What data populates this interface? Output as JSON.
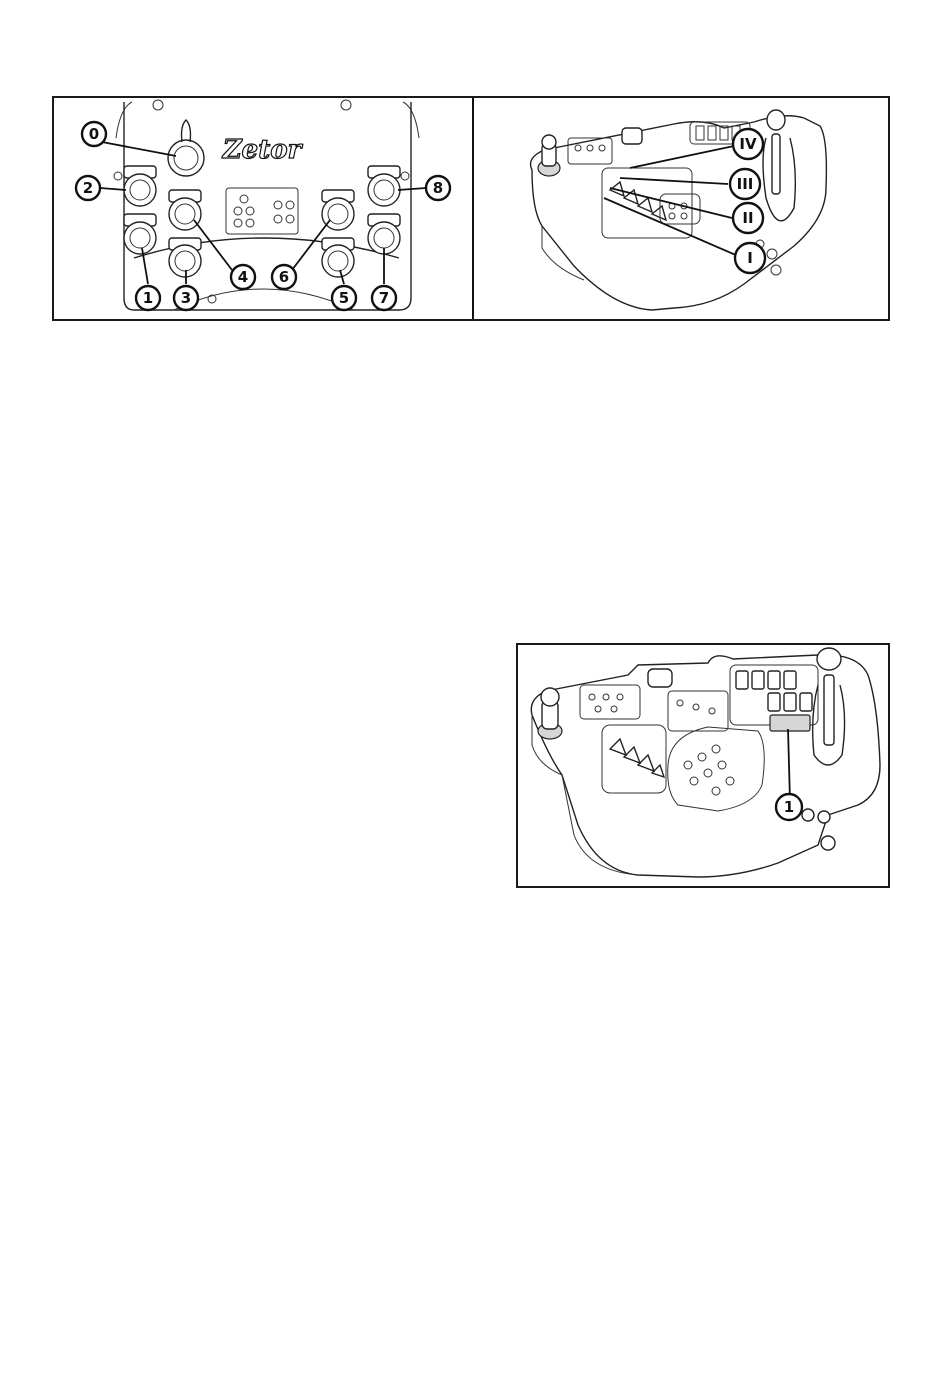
{
  "figure_top": {
    "left_panel": {
      "logo_text": "Zetor",
      "callouts": [
        "0",
        "1",
        "2",
        "3",
        "4",
        "5",
        "6",
        "7",
        "8"
      ]
    },
    "right_panel": {
      "callouts": [
        "IV",
        "III",
        "II",
        "I"
      ]
    }
  },
  "figure_bottom": {
    "callouts": [
      "1"
    ]
  }
}
